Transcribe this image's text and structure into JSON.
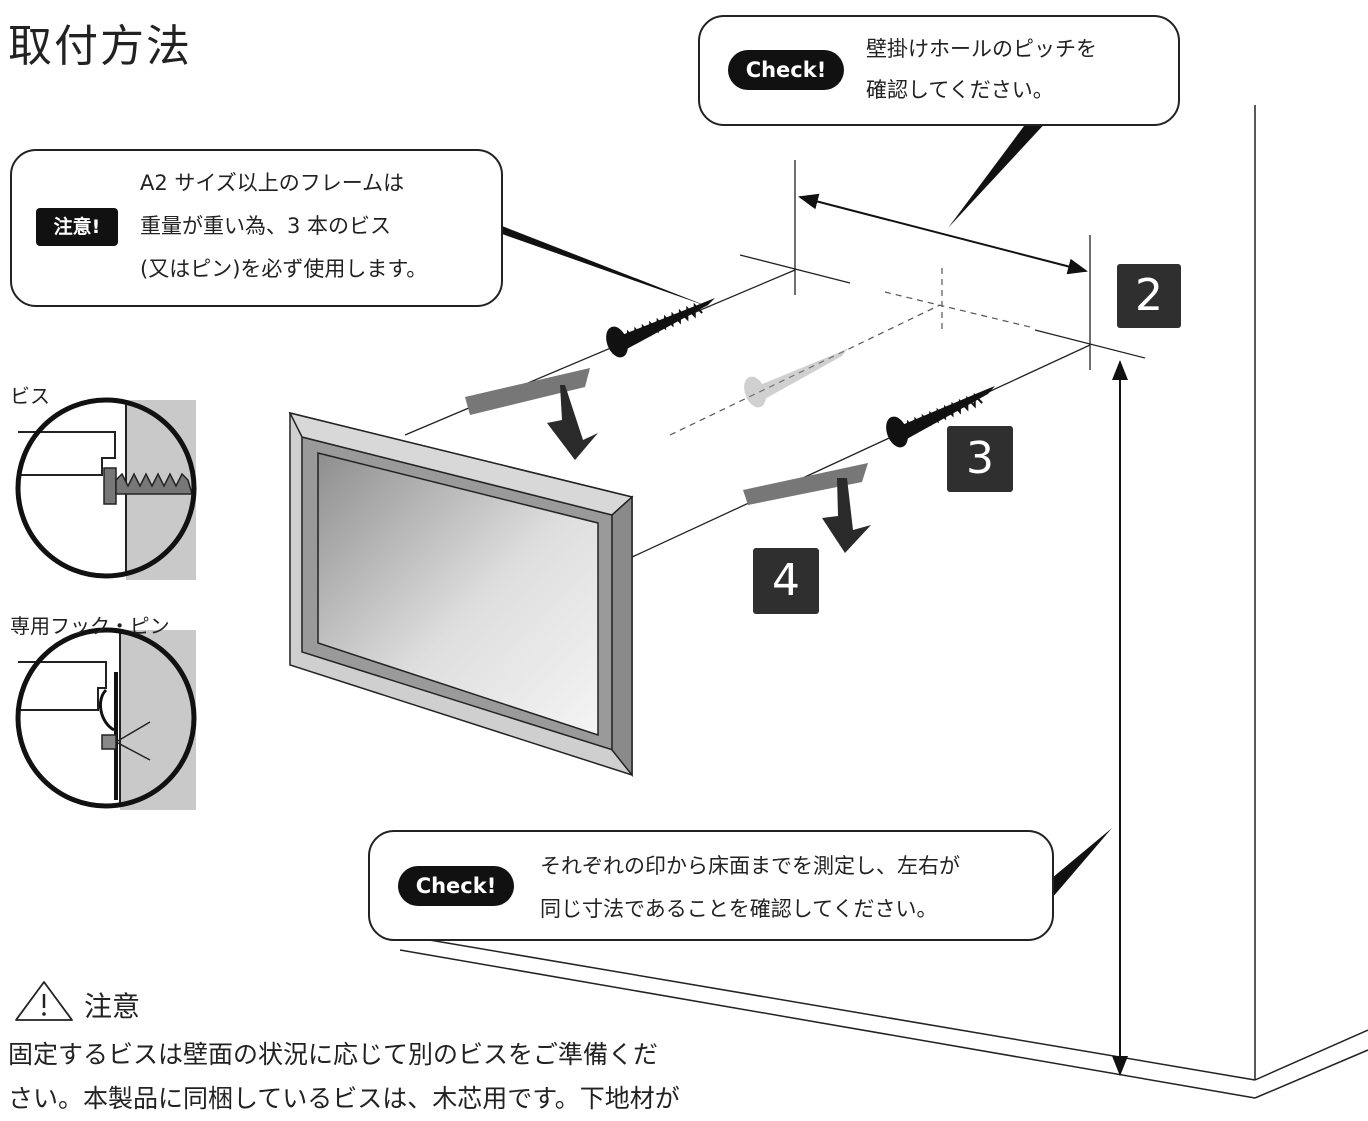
{
  "title": "取付方法",
  "check_badge": "Check!",
  "warn_badge": "注意!",
  "bubble_pitch": {
    "line1": "壁掛けホールのピッチを",
    "line2": "確認してください。"
  },
  "bubble_a2": {
    "line1": "A2 サイズ以上のフレームは",
    "line2": "重量が重い為、3 本のビス",
    "line3": "(又はピン)を必ず使用します。"
  },
  "bubble_measure": {
    "line1": "それぞれの印から床面までを測定し、左右が",
    "line2": "同じ寸法であることを確認してください。"
  },
  "steps": [
    "2",
    "3",
    "4"
  ],
  "detail_labels": {
    "screw": "ビス",
    "hook_pin": "専用フック・ピン"
  },
  "caution": {
    "title": "注意",
    "line1": "固定するビスは壁面の状況に応じて別のビスをご準備くだ",
    "line2": "さい。本製品に同梱しているビスは、木芯用です。下地材が"
  }
}
